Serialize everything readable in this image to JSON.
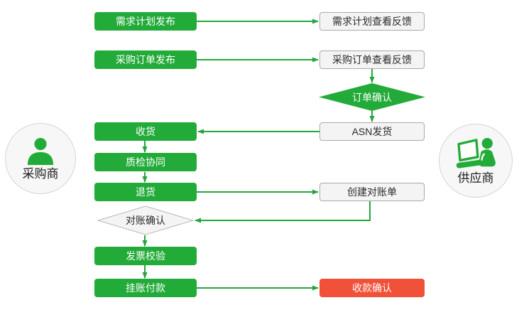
{
  "colors": {
    "green": "#23ab39",
    "arrow_green": "#23a73b",
    "red": "#f05138",
    "light_box_bg": "#f4f4f4",
    "light_box_border": "#a9a9a9",
    "gray_diamond_bg": "#f4f4f4",
    "gray_diamond_border": "#b9b9b9",
    "avatar_bg": "#f7f7f7"
  },
  "actors": {
    "buyer": {
      "label": "采购商",
      "icon": "person-icon"
    },
    "supplier": {
      "label": "供应商",
      "icon": "person-laptop-icon"
    }
  },
  "nodes": {
    "demand_plan_publish": {
      "label": "需求计划发布",
      "type": "process-green"
    },
    "demand_plan_view_feedback": {
      "label": "需求计划查看反馈",
      "type": "process-light"
    },
    "purchase_order_publish": {
      "label": "采购订单发布",
      "type": "process-green"
    },
    "purchase_order_view_feedback": {
      "label": "采购订单查看反馈",
      "type": "process-light"
    },
    "order_confirm": {
      "label": "订单确认",
      "type": "decision-green"
    },
    "asn_shipment": {
      "label": "ASN发货",
      "type": "process-light"
    },
    "receive_goods": {
      "label": "收货",
      "type": "process-green"
    },
    "quality_inspection": {
      "label": "质检协同",
      "type": "process-green"
    },
    "return_goods": {
      "label": "退货",
      "type": "process-green"
    },
    "create_reconciliation_statement": {
      "label": "创建对账单",
      "type": "process-light"
    },
    "reconciliation_confirm": {
      "label": "对账确认",
      "type": "decision-gray"
    },
    "invoice_verification": {
      "label": "发票校验",
      "type": "process-green"
    },
    "payment_on_account": {
      "label": "挂账付款",
      "type": "process-green"
    },
    "payment_receipt_confirm": {
      "label": "收款确认",
      "type": "process-red"
    }
  }
}
